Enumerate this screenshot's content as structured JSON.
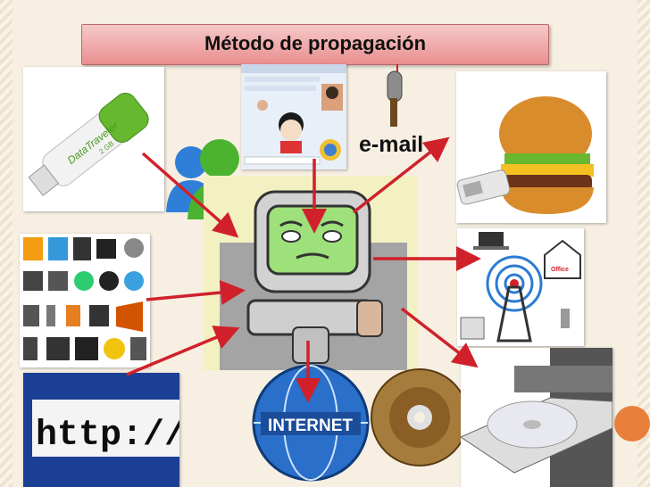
{
  "title": "Método de propagación",
  "usb_brand": "DataTraveler",
  "usb_size": "2 GB",
  "email_label": "e-mail",
  "internet_label": "INTERNET",
  "url_text": "http://w",
  "office_label": "Office",
  "colors": {
    "arrow": "#d0212b",
    "title_bg": "#ec9c9c",
    "accent": "#e8803c"
  }
}
